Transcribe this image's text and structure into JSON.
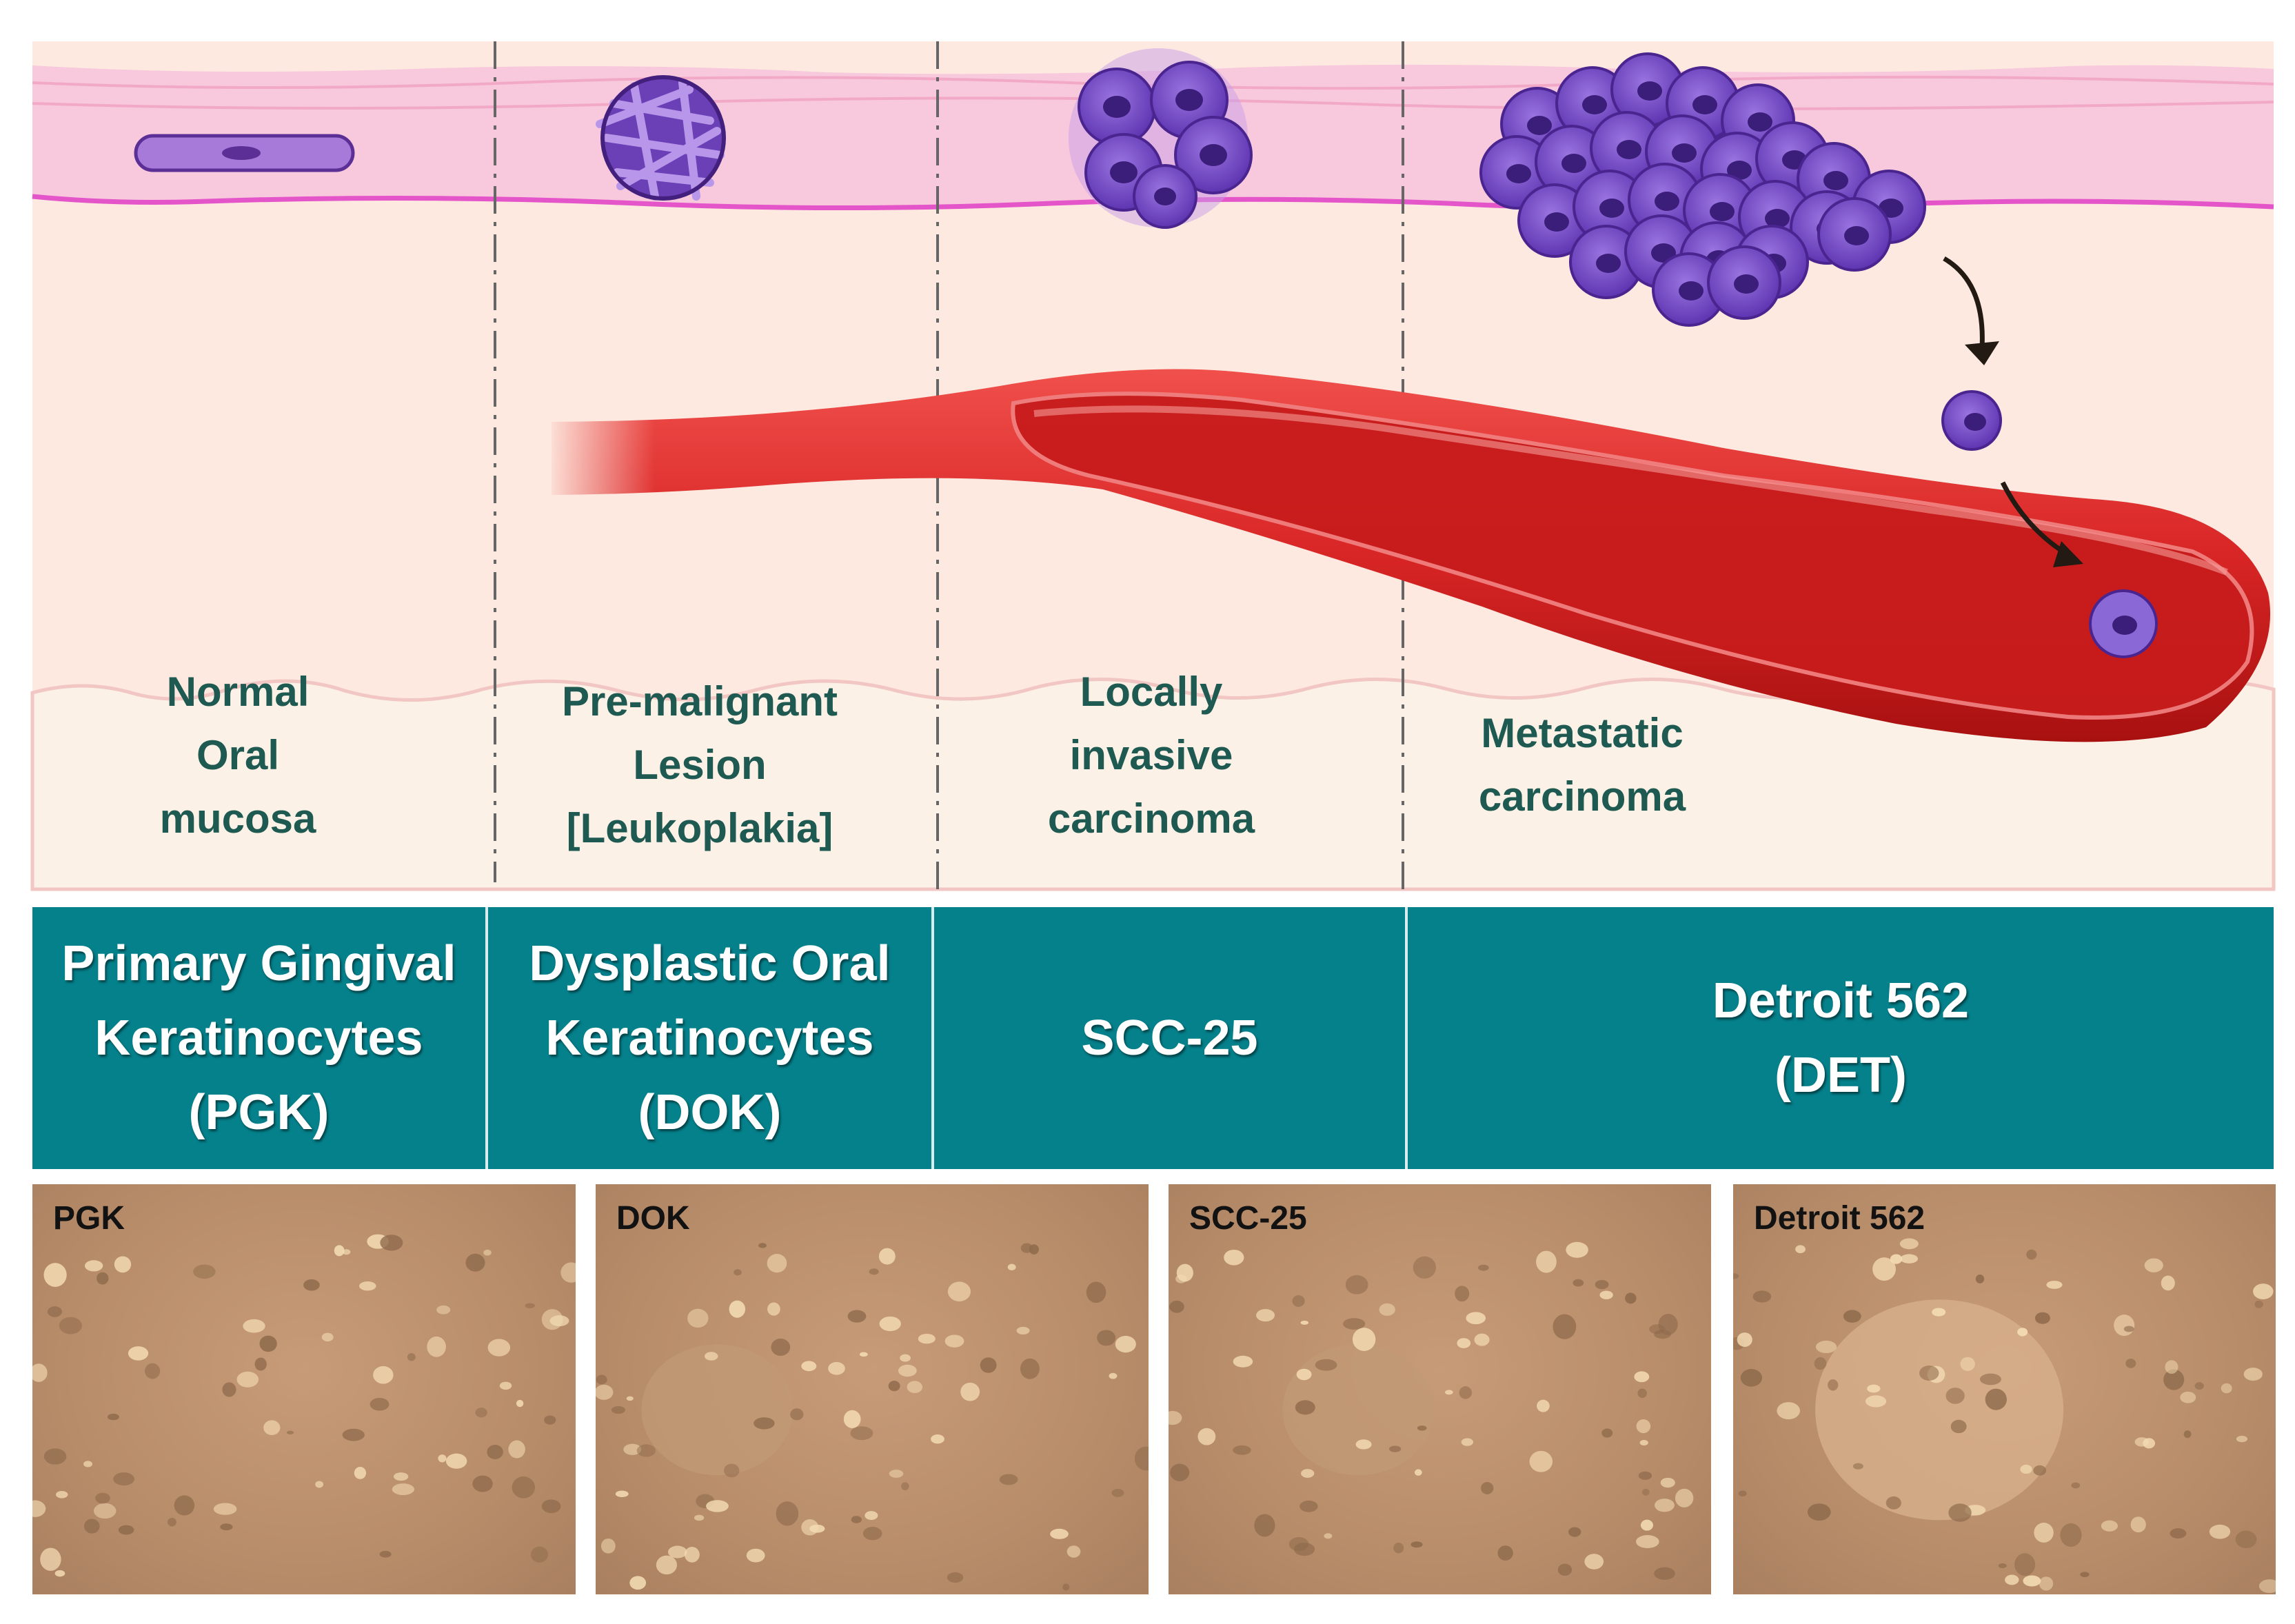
{
  "stages": [
    {
      "name": "normal",
      "label_lines": [
        "Normal",
        "Oral",
        "mucosa"
      ]
    },
    {
      "name": "premalignant",
      "label_lines": [
        "Pre-malignant",
        "Lesion",
        "[Leukoplakia]"
      ]
    },
    {
      "name": "invasive",
      "label_lines": [
        "Locally",
        "invasive",
        "carcinoma"
      ]
    },
    {
      "name": "metastatic",
      "label_lines": [
        "Metastatic",
        "carcinoma"
      ]
    }
  ],
  "cell_lines": [
    {
      "lines": [
        "Primary Gingival",
        "Keratinocytes",
        "(PGK)"
      ]
    },
    {
      "lines": [
        "Dysplastic Oral",
        "Keratinocytes",
        "(DOK)"
      ]
    },
    {
      "lines": [
        "SCC-25"
      ]
    },
    {
      "lines": [
        "Detroit 562",
        "(DET)"
      ]
    }
  ],
  "micrographs": [
    {
      "label": "PGK"
    },
    {
      "label": "DOK"
    },
    {
      "label": "SCC-25"
    },
    {
      "label": "Detroit 562"
    }
  ],
  "colors": {
    "epithelium": "#f6c6dc",
    "basement_membrane": "#e455c9",
    "stroma": "#fde9e0",
    "blood_vessel": "#dc2a2a",
    "tumor_cell": "#7b4fc7",
    "label_text": "#1f5a52",
    "banner": "#05818b"
  },
  "icons": {
    "normal_cell": "spindle-cell-icon",
    "tumor_cell": "cancer-cell-icon",
    "vessel": "blood-vessel-icon",
    "arrow": "curved-arrow-icon"
  }
}
